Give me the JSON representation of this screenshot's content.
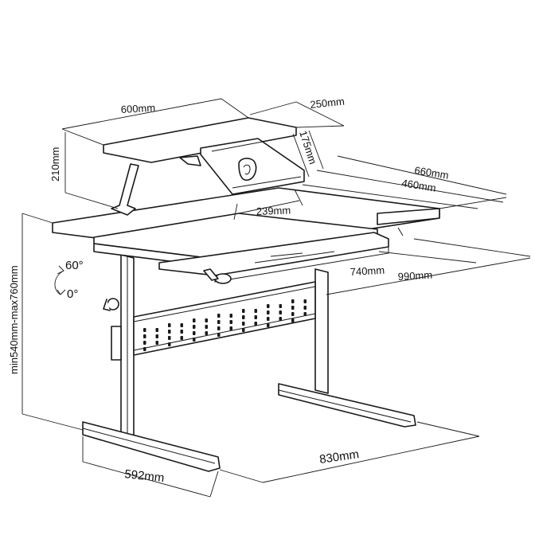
{
  "dimensions": {
    "top_width": "600mm",
    "top_depth": "250mm",
    "top_height": "210mm",
    "stand_height": "175mm",
    "depth_a": "660mm",
    "depth_b": "460mm",
    "stand_width": "239mm",
    "tilt_max": "60°",
    "tilt_min": "0°",
    "tray_width": "740mm",
    "desk_depth": "990mm",
    "height_range": "min540mm-max760mm",
    "base_width": "830mm",
    "foot_length": "592mm"
  },
  "colors": {
    "line": "#1a1a1a",
    "background": "#ffffff"
  }
}
